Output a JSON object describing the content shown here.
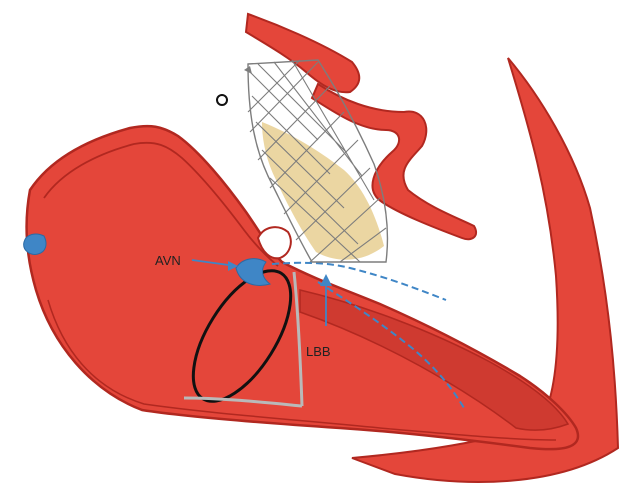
{
  "labels": {
    "avn": "AVN",
    "lbb": "LBB"
  },
  "colors": {
    "tissue": "#e4463a",
    "tissue_outline": "#b12820",
    "tissue_dark": "#cf3a30",
    "conduction": "#3f86c6",
    "annulus_ring": "#111111",
    "stent_frame": "#7d7d7d",
    "valve_leaflet": "#e8cf92",
    "chordae": "#b9b9b9"
  },
  "icons": {
    "avn_arrow": "arrow-right",
    "lbb_arrow": "arrow-up"
  }
}
